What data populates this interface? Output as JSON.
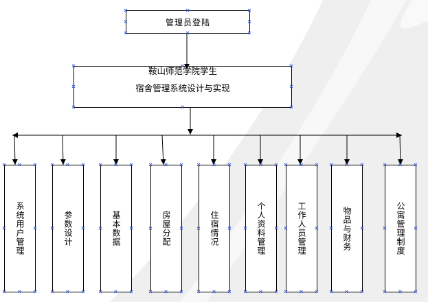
{
  "diagram": {
    "root": {
      "label": "管理员登陆"
    },
    "system": {
      "line1": "鞍山师范学院学生",
      "line2": "宿舍管理系统设计与实现"
    },
    "modules": [
      {
        "label": "系统用户管理"
      },
      {
        "label": "参数设计"
      },
      {
        "label": "基本数据"
      },
      {
        "label": "房屋分配"
      },
      {
        "label": "住宿情况"
      },
      {
        "label": "个人资料管理"
      },
      {
        "label": "工作人员管理"
      },
      {
        "label": "物品与财务"
      },
      {
        "label": "公寓管理制度"
      }
    ]
  },
  "colors": {
    "line": "#000000",
    "box_border": "#000000",
    "handle": "#3b5bd6",
    "background": "#ffffff",
    "swoosh": "#efefef"
  }
}
